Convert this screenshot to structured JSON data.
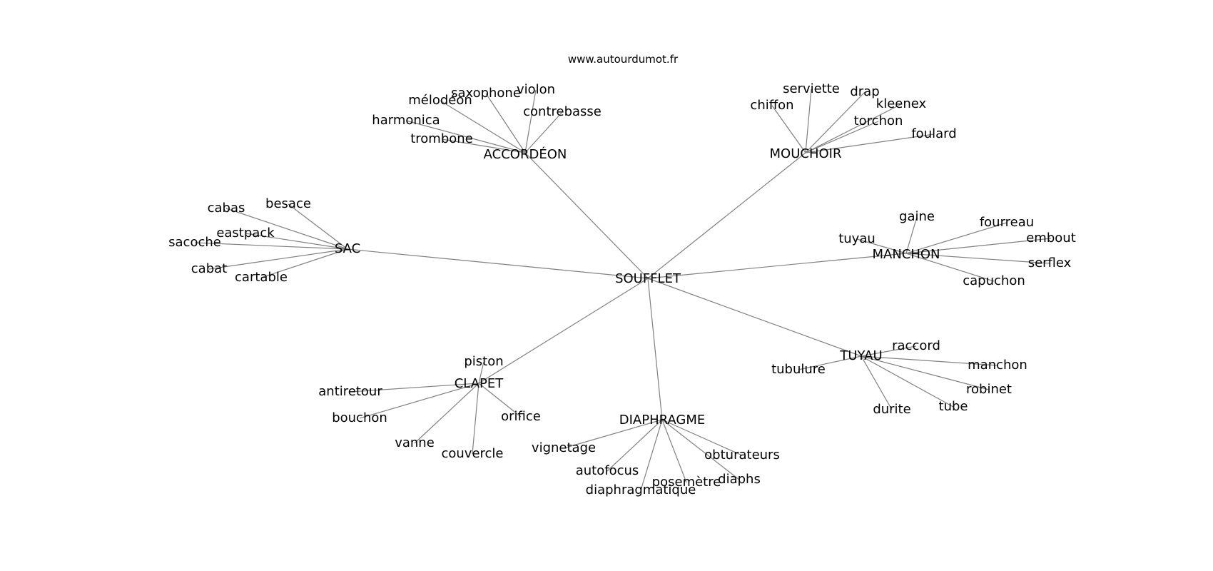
{
  "source_text": "www.autourdumot.fr",
  "center": "SOUFFLET",
  "edge_color": "#808080",
  "clusters": [
    {
      "word": "ACCORDÉON",
      "related": [
        "violon",
        "saxophone",
        "mélodéon",
        "contrebasse",
        "harmonica",
        "trombone"
      ]
    },
    {
      "word": "MOUCHOIR",
      "related": [
        "serviette",
        "drap",
        "chiffon",
        "kleenex",
        "torchon",
        "foulard"
      ]
    },
    {
      "word": "SAC",
      "related": [
        "besace",
        "cabas",
        "eastpack",
        "sacoche",
        "cabat",
        "cartable"
      ]
    },
    {
      "word": "MANCHON",
      "related": [
        "gaine",
        "fourreau",
        "embout",
        "tuyau",
        "serflex",
        "capuchon"
      ]
    },
    {
      "word": "TUYAU",
      "related": [
        "raccord",
        "tubulure",
        "manchon",
        "robinet",
        "tube",
        "durite"
      ]
    },
    {
      "word": "CLAPET",
      "related": [
        "piston",
        "antiretour",
        "bouchon",
        "orifice",
        "vanne",
        "couvercle"
      ]
    },
    {
      "word": "DIAPHRAGME",
      "related": [
        "vignetage",
        "obturateurs",
        "autofocus",
        "posemètre",
        "diaphs",
        "diaphragmatique"
      ]
    }
  ]
}
